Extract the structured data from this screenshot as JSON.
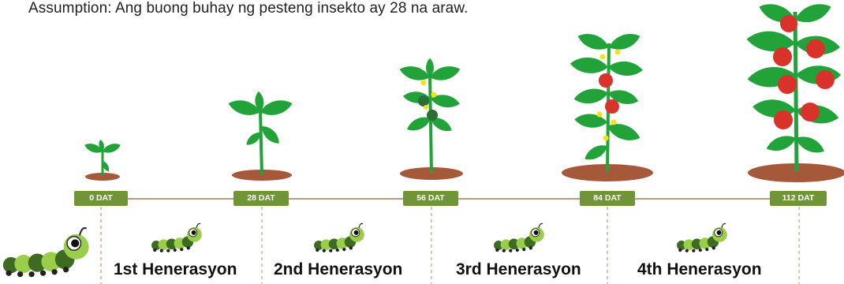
{
  "header": {
    "assumption_text": "Assumption: Ang buong buhay ng pesteng insekto ay 28 na araw."
  },
  "timeline": {
    "labels": [
      "0 DAT",
      "28 DAT",
      "56 DAT",
      "84 DAT",
      "112 DAT"
    ]
  },
  "generations": [
    "1st Henerasyon",
    "2nd Henerasyon",
    "3rd Henerasyon",
    "4th Henerasyon"
  ],
  "colors": {
    "label_bg": "#6f9538",
    "timeline_line": "#b89a86",
    "plant_green": "#22a33a",
    "soil": "#a6593a",
    "tomato": "#d9322a",
    "flower": "#f7e11c",
    "caterpillar_light": "#9acd4a",
    "caterpillar_dark": "#3d6b22"
  },
  "icons": [
    "seedling-icon",
    "young-plant-icon",
    "flowering-plant-icon",
    "fruiting-plant-icon",
    "mature-tomato-plant-icon",
    "caterpillar-icon"
  ]
}
